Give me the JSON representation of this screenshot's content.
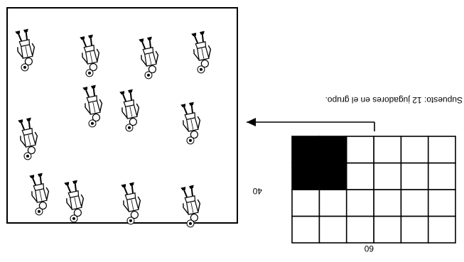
{
  "caption": "Supuesto: 12 jugadores en el grupo.",
  "grid": {
    "width_label": "60",
    "height_label": "40",
    "cols": 6,
    "rows": 4,
    "filled_cells": [
      [
        4,
        2
      ],
      [
        4,
        3
      ],
      [
        5,
        2
      ],
      [
        5,
        3
      ]
    ],
    "fill_color": "#000000"
  },
  "arrow": {
    "icon": "arrow-left-icon"
  },
  "field": {
    "players_count": 12,
    "player_icon": "soccer-player-icon"
  },
  "image_orientation": "rotated-180"
}
